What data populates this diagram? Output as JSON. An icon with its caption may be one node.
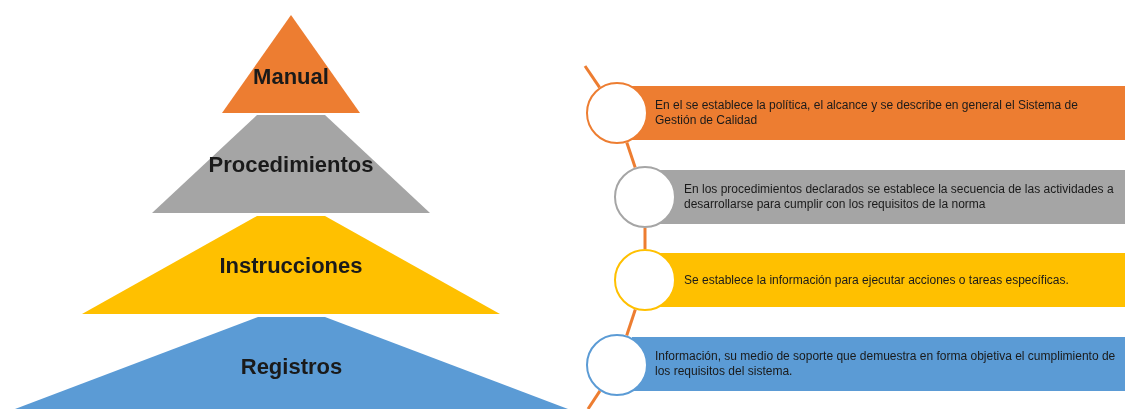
{
  "diagram": {
    "nodes": [
      {
        "text": [
          "Manual"
        ]
      },
      {
        "text": [
          "Procedimientos"
        ]
      },
      {
        "text": [
          "Instrucciones"
        ]
      },
      {
        "text": [
          "Registros"
        ]
      },
      {
        "text": [],
        "shape": "circle"
      },
      {
        "text": [
          "En el se establece la política, el alcance y se describe en general el Sistema de Gestión de Calidad"
        ]
      },
      {
        "text": [],
        "shape": "circle"
      },
      {
        "text": [
          "En los procedimientos declarados se establece la secuencia de las actividades a desarrollarse para cumplir con los requisitos de la norma"
        ]
      },
      {
        "text": [],
        "shape": "circle"
      },
      {
        "text": [
          "Se establece la información para ejecutar acciones o tareas específicas."
        ]
      },
      {
        "text": [],
        "shape": "circle"
      },
      {
        "text": [
          "Información, su medio de soporte que demuestra en forma objetiva el cumplimiento de los requisitos del sistema."
        ]
      }
    ],
    "edges": [
      {
        "from": null,
        "to": 4,
        "arrow": "none"
      },
      {
        "from": 4,
        "to": 6,
        "arrow": "none"
      },
      {
        "from": 6,
        "to": 8,
        "arrow": "none"
      },
      {
        "from": 8,
        "to": 10,
        "arrow": "none"
      },
      {
        "from": 10,
        "to": null,
        "arrow": "none"
      }
    ]
  }
}
